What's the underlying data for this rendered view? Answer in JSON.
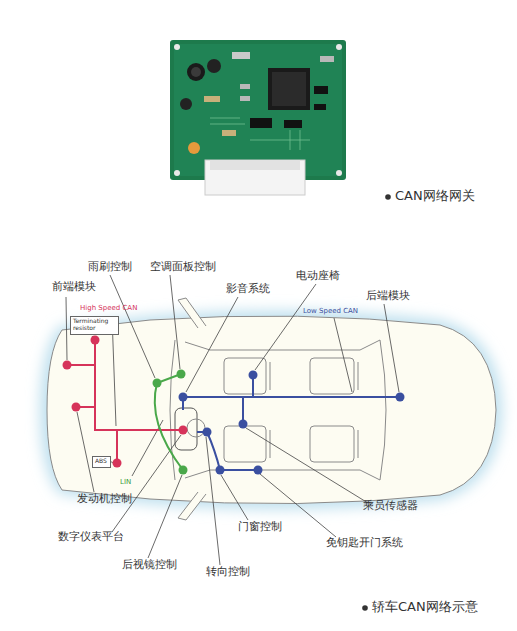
{
  "diagram": {
    "caption": "轿车CAN网络示意",
    "nodes": [
      {
        "text": [
          "Terminating resistor"
        ]
      },
      {
        "text": [
          "ABS"
        ]
      }
    ],
    "labels": [
      "CAN网络网关",
      "雨刷控制",
      "空调面板控制",
      "影音系统",
      "电动座椅",
      "后端模块",
      "前端模块",
      "High Speed CAN",
      "Low Speed CAN",
      "LIN",
      "发动机控制",
      "数字仪表平台",
      "后视镜控制",
      "转向控制",
      "门窗控制",
      "免钥匙开门系统",
      "乘员传感器"
    ]
  }
}
